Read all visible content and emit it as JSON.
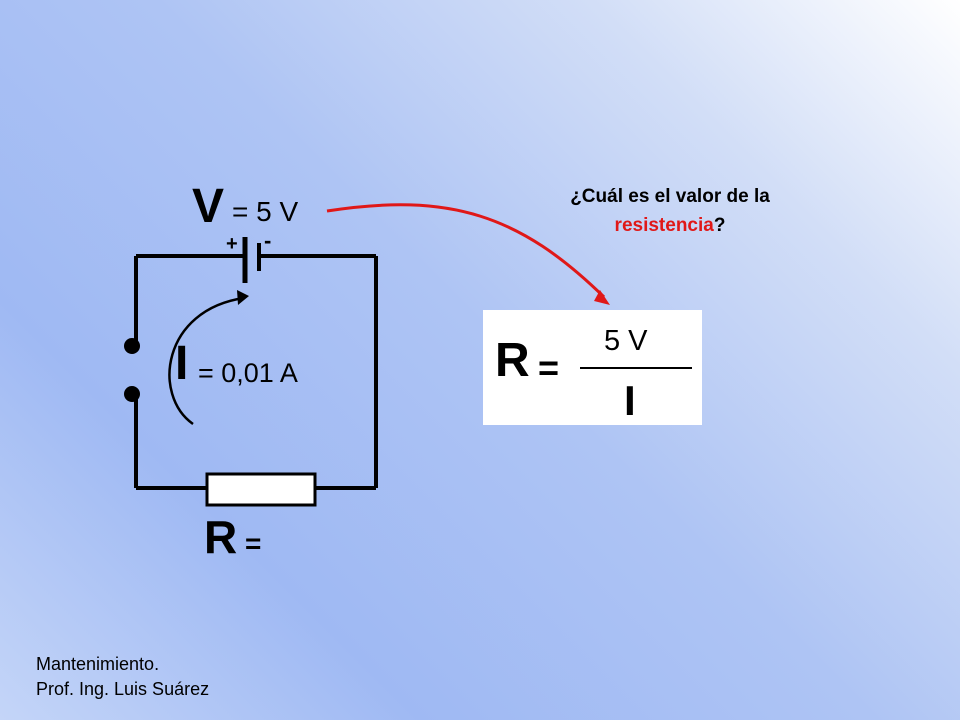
{
  "circuit": {
    "voltage_symbol": "V",
    "voltage_value": "= 5 V",
    "battery_plus": "+",
    "battery_minus": "-",
    "current_symbol": "I",
    "current_value": "= 0,01 A",
    "resistance_symbol": "R",
    "resistance_equals": "="
  },
  "question": {
    "part1": "¿Cuál es el valor de la",
    "highlight": "resistencia",
    "end": "?"
  },
  "formula": {
    "lhs": "R",
    "equals": "=",
    "numerator": "5 V",
    "denominator": "I"
  },
  "footer": {
    "line1": "Mantenimiento.",
    "line2": "Prof. Ing. Luis Suárez"
  },
  "colors": {
    "arrow": "#e01818",
    "highlight": "#e01818"
  }
}
